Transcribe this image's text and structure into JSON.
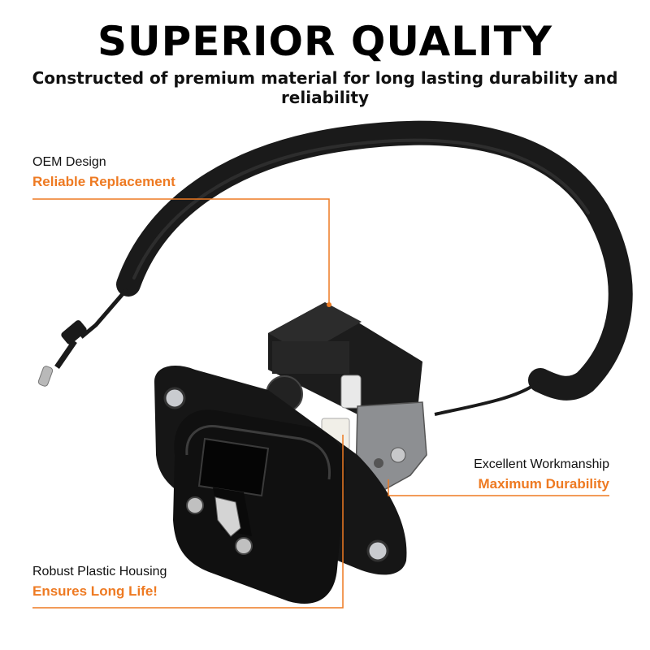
{
  "header": {
    "title": "SUPERIOR QUALITY",
    "subtitle": "Constructed of premium material for long lasting durability and reliability"
  },
  "callouts": [
    {
      "label": "OEM Design",
      "highlight": "Reliable Replacement"
    },
    {
      "label": "Excellent Workmanship",
      "highlight": "Maximum Durability"
    },
    {
      "label": "Robust Plastic Housing",
      "highlight": "Ensures Long Life!"
    }
  ],
  "colors": {
    "accent": "#ee7a22",
    "text": "#111111",
    "part": "#141414"
  }
}
